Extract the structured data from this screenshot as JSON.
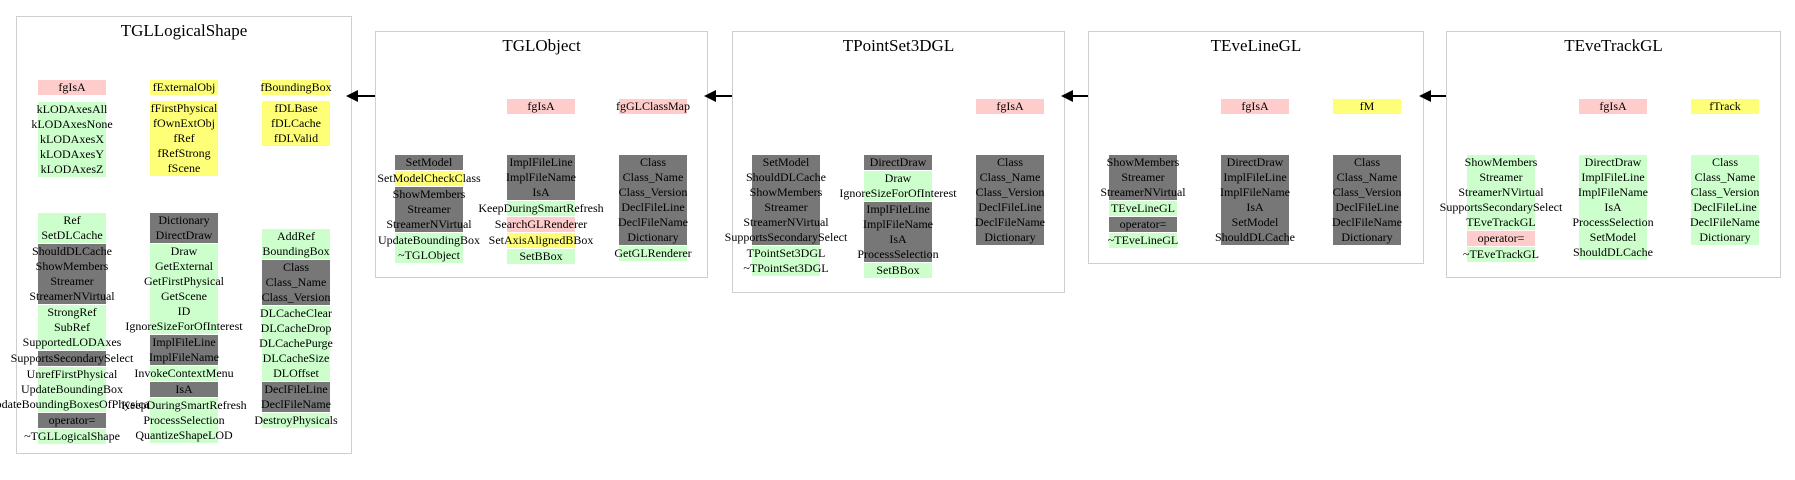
{
  "colors": {
    "public": "#ccffcc",
    "protected": "#ffff77",
    "private": "#ffcccc",
    "inherited": "#777777",
    "border": "#cfcfcf"
  },
  "classes": [
    {
      "name": "TGLLogicalShape",
      "data_members": [
        [
          {
            "t": "fgIsA",
            "c": "private"
          },
          {
            "t": "kLODAxesAll",
            "c": "public"
          },
          {
            "t": "kLODAxesNone",
            "c": "public"
          },
          {
            "t": "kLODAxesX",
            "c": "public"
          },
          {
            "t": "kLODAxesY",
            "c": "public"
          },
          {
            "t": "kLODAxesZ",
            "c": "public"
          }
        ],
        [
          {
            "t": "fExternalObj",
            "c": "protected"
          },
          {
            "t": "fFirstPhysical",
            "c": "protected"
          },
          {
            "t": "fOwnExtObj",
            "c": "protected"
          },
          {
            "t": "fRef",
            "c": "protected"
          },
          {
            "t": "fRefStrong",
            "c": "protected"
          },
          {
            "t": "fScene",
            "c": "protected"
          }
        ],
        [
          {
            "t": "fBoundingBox",
            "c": "protected"
          },
          {
            "t": "fDLBase",
            "c": "protected"
          },
          {
            "t": "fDLCache",
            "c": "protected"
          },
          {
            "t": "fDLValid",
            "c": "protected"
          }
        ]
      ],
      "methods": [
        [
          {
            "t": "Ref",
            "c": "public"
          },
          {
            "t": "SetDLCache",
            "c": "public"
          },
          {
            "t": "ShouldDLCache",
            "c": "inherited"
          },
          {
            "t": "ShowMembers",
            "c": "inherited"
          },
          {
            "t": "Streamer",
            "c": "inherited"
          },
          {
            "t": "StreamerNVirtual",
            "c": "inherited"
          },
          {
            "t": "StrongRef",
            "c": "public"
          },
          {
            "t": "SubRef",
            "c": "public"
          },
          {
            "t": "SupportedLODAxes",
            "c": "public"
          },
          {
            "t": "SupportsSecondarySelect",
            "c": "inherited"
          },
          {
            "t": "UnrefFirstPhysical",
            "c": "public"
          },
          {
            "t": "UpdateBoundingBox",
            "c": "public"
          },
          {
            "t": "UpdateBoundingBoxesOfPhysicals",
            "c": "public"
          },
          {
            "t": "operator=",
            "c": "inherited"
          },
          {
            "t": "~TGLLogicalShape",
            "c": "public"
          }
        ],
        [
          {
            "t": "Dictionary",
            "c": "inherited"
          },
          {
            "t": "DirectDraw",
            "c": "inherited"
          },
          {
            "t": "Draw",
            "c": "public"
          },
          {
            "t": "GetExternal",
            "c": "public"
          },
          {
            "t": "GetFirstPhysical",
            "c": "public"
          },
          {
            "t": "GetScene",
            "c": "public"
          },
          {
            "t": "ID",
            "c": "public"
          },
          {
            "t": "IgnoreSizeForOfInterest",
            "c": "public"
          },
          {
            "t": "ImplFileLine",
            "c": "inherited"
          },
          {
            "t": "ImplFileName",
            "c": "inherited"
          },
          {
            "t": "InvokeContextMenu",
            "c": "public"
          },
          {
            "t": "IsA",
            "c": "inherited"
          },
          {
            "t": "KeepDuringSmartRefresh",
            "c": "public"
          },
          {
            "t": "ProcessSelection",
            "c": "public"
          },
          {
            "t": "QuantizeShapeLOD",
            "c": "public"
          }
        ],
        [
          {
            "t": "AddRef",
            "c": "public"
          },
          {
            "t": "BoundingBox",
            "c": "public"
          },
          {
            "t": "Class",
            "c": "inherited"
          },
          {
            "t": "Class_Name",
            "c": "inherited"
          },
          {
            "t": "Class_Version",
            "c": "inherited"
          },
          {
            "t": "DLCacheClear",
            "c": "public"
          },
          {
            "t": "DLCacheDrop",
            "c": "public"
          },
          {
            "t": "DLCachePurge",
            "c": "public"
          },
          {
            "t": "DLCacheSize",
            "c": "public"
          },
          {
            "t": "DLOffset",
            "c": "public"
          },
          {
            "t": "DeclFileLine",
            "c": "inherited"
          },
          {
            "t": "DeclFileName",
            "c": "inherited"
          },
          {
            "t": "DestroyPhysicals",
            "c": "public"
          }
        ]
      ]
    },
    {
      "name": "TGLObject",
      "data_members": [
        [],
        [
          {
            "t": "fgIsA",
            "c": "private"
          }
        ],
        [
          {
            "t": "fgGLClassMap",
            "c": "private"
          }
        ]
      ],
      "methods": [
        [
          {
            "t": "SetModel",
            "c": "inherited"
          },
          {
            "t": "SetModelCheckClass",
            "c": "protected"
          },
          {
            "t": "ShowMembers",
            "c": "inherited"
          },
          {
            "t": "Streamer",
            "c": "inherited"
          },
          {
            "t": "StreamerNVirtual",
            "c": "inherited"
          },
          {
            "t": "UpdateBoundingBox",
            "c": "public"
          },
          {
            "t": "~TGLObject",
            "c": "public"
          }
        ],
        [
          {
            "t": "ImplFileLine",
            "c": "inherited"
          },
          {
            "t": "ImplFileName",
            "c": "inherited"
          },
          {
            "t": "IsA",
            "c": "inherited"
          },
          {
            "t": "KeepDuringSmartRefresh",
            "c": "public"
          },
          {
            "t": "SearchGLRenderer",
            "c": "private"
          },
          {
            "t": "SetAxisAlignedBBox",
            "c": "protected"
          },
          {
            "t": "SetBBox",
            "c": "public"
          }
        ],
        [
          {
            "t": "Class",
            "c": "inherited"
          },
          {
            "t": "Class_Name",
            "c": "inherited"
          },
          {
            "t": "Class_Version",
            "c": "inherited"
          },
          {
            "t": "DeclFileLine",
            "c": "inherited"
          },
          {
            "t": "DeclFileName",
            "c": "inherited"
          },
          {
            "t": "Dictionary",
            "c": "inherited"
          },
          {
            "t": "GetGLRenderer",
            "c": "public"
          }
        ]
      ]
    },
    {
      "name": "TPointSet3DGL",
      "data_members": [
        [],
        [],
        [
          {
            "t": "fgIsA",
            "c": "private"
          }
        ]
      ],
      "methods": [
        [
          {
            "t": "SetModel",
            "c": "inherited"
          },
          {
            "t": "ShouldDLCache",
            "c": "inherited"
          },
          {
            "t": "ShowMembers",
            "c": "inherited"
          },
          {
            "t": "Streamer",
            "c": "inherited"
          },
          {
            "t": "StreamerNVirtual",
            "c": "inherited"
          },
          {
            "t": "SupportsSecondarySelect",
            "c": "inherited"
          },
          {
            "t": "TPointSet3DGL",
            "c": "public"
          },
          {
            "t": "~TPointSet3DGL",
            "c": "public"
          }
        ],
        [
          {
            "t": "DirectDraw",
            "c": "inherited"
          },
          {
            "t": "Draw",
            "c": "public"
          },
          {
            "t": "IgnoreSizeForOfInterest",
            "c": "public"
          },
          {
            "t": "ImplFileLine",
            "c": "inherited"
          },
          {
            "t": "ImplFileName",
            "c": "inherited"
          },
          {
            "t": "IsA",
            "c": "inherited"
          },
          {
            "t": "ProcessSelection",
            "c": "inherited"
          },
          {
            "t": "SetBBox",
            "c": "public"
          }
        ],
        [
          {
            "t": "Class",
            "c": "inherited"
          },
          {
            "t": "Class_Name",
            "c": "inherited"
          },
          {
            "t": "Class_Version",
            "c": "inherited"
          },
          {
            "t": "DeclFileLine",
            "c": "inherited"
          },
          {
            "t": "DeclFileName",
            "c": "inherited"
          },
          {
            "t": "Dictionary",
            "c": "inherited"
          }
        ]
      ]
    },
    {
      "name": "TEveLineGL",
      "data_members": [
        [],
        [
          {
            "t": "fgIsA",
            "c": "private"
          }
        ],
        [
          {
            "t": "fM",
            "c": "protected"
          }
        ]
      ],
      "methods": [
        [
          {
            "t": "ShowMembers",
            "c": "inherited"
          },
          {
            "t": "Streamer",
            "c": "inherited"
          },
          {
            "t": "StreamerNVirtual",
            "c": "inherited"
          },
          {
            "t": "TEveLineGL",
            "c": "public"
          },
          {
            "t": "operator=",
            "c": "inherited"
          },
          {
            "t": "~TEveLineGL",
            "c": "public"
          }
        ],
        [
          {
            "t": "DirectDraw",
            "c": "inherited"
          },
          {
            "t": "ImplFileLine",
            "c": "inherited"
          },
          {
            "t": "ImplFileName",
            "c": "inherited"
          },
          {
            "t": "IsA",
            "c": "inherited"
          },
          {
            "t": "SetModel",
            "c": "inherited"
          },
          {
            "t": "ShouldDLCache",
            "c": "inherited"
          }
        ],
        [
          {
            "t": "Class",
            "c": "inherited"
          },
          {
            "t": "Class_Name",
            "c": "inherited"
          },
          {
            "t": "Class_Version",
            "c": "inherited"
          },
          {
            "t": "DeclFileLine",
            "c": "inherited"
          },
          {
            "t": "DeclFileName",
            "c": "inherited"
          },
          {
            "t": "Dictionary",
            "c": "inherited"
          }
        ]
      ]
    },
    {
      "name": "TEveTrackGL",
      "data_members": [
        [],
        [
          {
            "t": "fgIsA",
            "c": "private"
          }
        ],
        [
          {
            "t": "fTrack",
            "c": "protected"
          }
        ]
      ],
      "methods": [
        [
          {
            "t": "ShowMembers",
            "c": "public"
          },
          {
            "t": "Streamer",
            "c": "public"
          },
          {
            "t": "StreamerNVirtual",
            "c": "public"
          },
          {
            "t": "SupportsSecondarySelect",
            "c": "public"
          },
          {
            "t": "TEveTrackGL",
            "c": "public"
          },
          {
            "t": "operator=",
            "c": "private"
          },
          {
            "t": "~TEveTrackGL",
            "c": "public"
          }
        ],
        [
          {
            "t": "DirectDraw",
            "c": "public"
          },
          {
            "t": "ImplFileLine",
            "c": "public"
          },
          {
            "t": "ImplFileName",
            "c": "public"
          },
          {
            "t": "IsA",
            "c": "public"
          },
          {
            "t": "ProcessSelection",
            "c": "public"
          },
          {
            "t": "SetModel",
            "c": "public"
          },
          {
            "t": "ShouldDLCache",
            "c": "public"
          }
        ],
        [
          {
            "t": "Class",
            "c": "public"
          },
          {
            "t": "Class_Name",
            "c": "public"
          },
          {
            "t": "Class_Version",
            "c": "public"
          },
          {
            "t": "DeclFileLine",
            "c": "public"
          },
          {
            "t": "DeclFileName",
            "c": "public"
          },
          {
            "t": "Dictionary",
            "c": "public"
          }
        ]
      ]
    }
  ]
}
